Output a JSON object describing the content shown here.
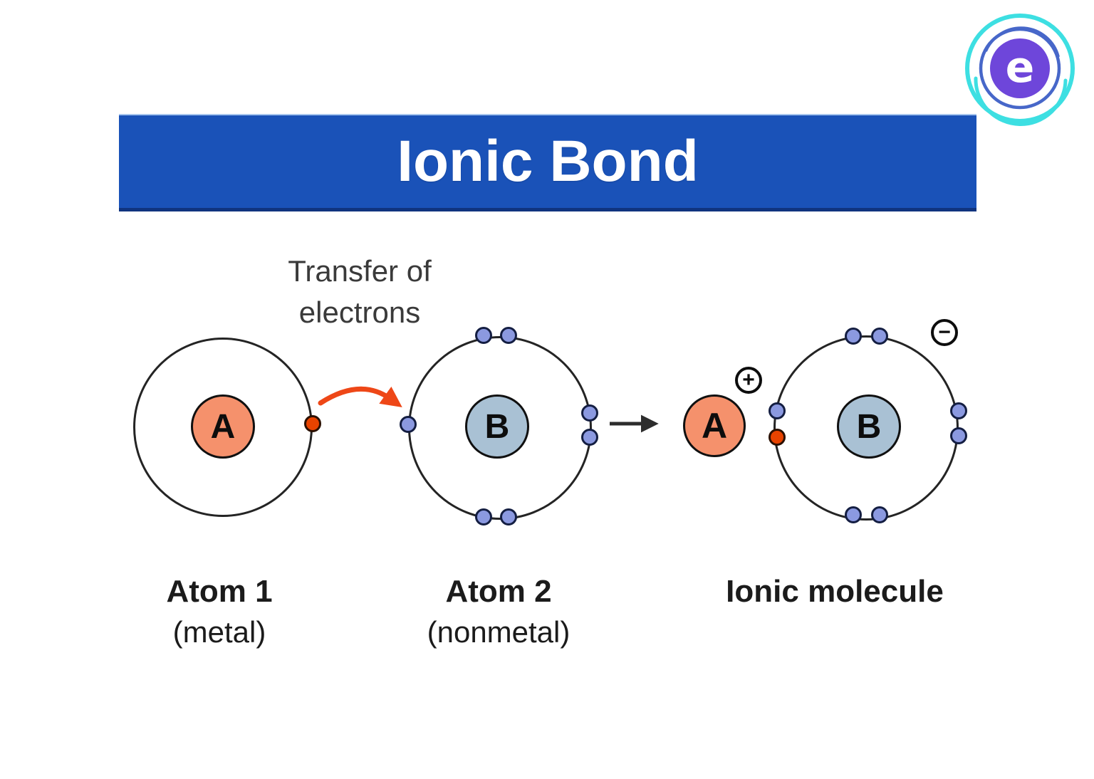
{
  "banner": {
    "title": "Ionic Bond",
    "bg_color": "#1a52b8"
  },
  "logo": {
    "letter": "e",
    "outer_ring_color": "#3ddfe2",
    "inner_ring_color": "#4767c9",
    "core_color": "#6e46da"
  },
  "transfer": {
    "line1": "Transfer of",
    "line2": "electrons"
  },
  "atom1": {
    "nucleus_label": "A",
    "caption": "Atom 1",
    "subcaption": "(metal)",
    "electron_count": 1,
    "nucleus_color": "#f5916c",
    "electron_color": "#e84300"
  },
  "atom2": {
    "nucleus_label": "B",
    "caption": "Atom 2",
    "subcaption": "(nonmetal)",
    "electron_count": 7,
    "nucleus_color": "#a9c1d4",
    "electron_color": "#8b99e0"
  },
  "ionic_molecule": {
    "caption": "Ionic molecule",
    "cation_label": "A",
    "cation_charge": "+",
    "anion_label": "B",
    "anion_charge": "−",
    "anion_blue_electron_count": 7,
    "anion_transferred_red_electron_count": 1
  }
}
